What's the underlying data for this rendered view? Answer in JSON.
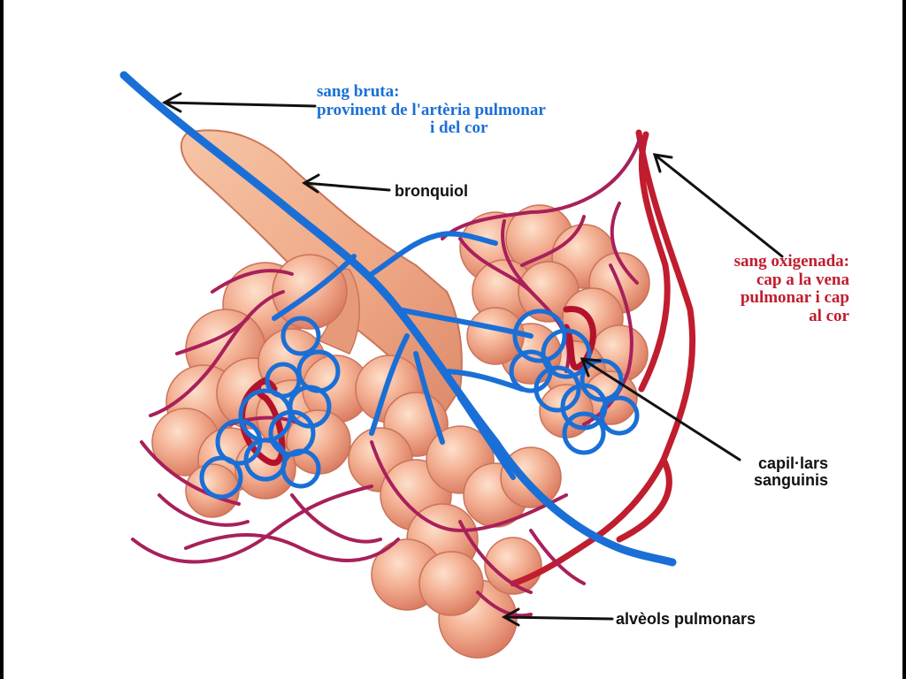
{
  "colors": {
    "deoxygenated": "#1a6fd6",
    "oxygenated": "#c01d2e",
    "capillary_mix": "#a8205a",
    "alveolus": "#f2a98a",
    "bronchiole": "#f0b08c",
    "arrow": "#111111"
  },
  "labels": {
    "sang_bruta": {
      "line1": "sang bruta:",
      "line2": "provinent de l'artèria pulmonar",
      "line3": "i del cor"
    },
    "bronquiol": "bronquiol",
    "sang_oxigenada": {
      "line1": "sang oxigenada:",
      "line2": "cap a la vena",
      "line3": "pulmonar i cap",
      "line4": "al cor"
    },
    "capil_lars": {
      "line1": "capil·lars",
      "line2": "sanguinis"
    },
    "alveols": "alvèols pulmonars"
  }
}
